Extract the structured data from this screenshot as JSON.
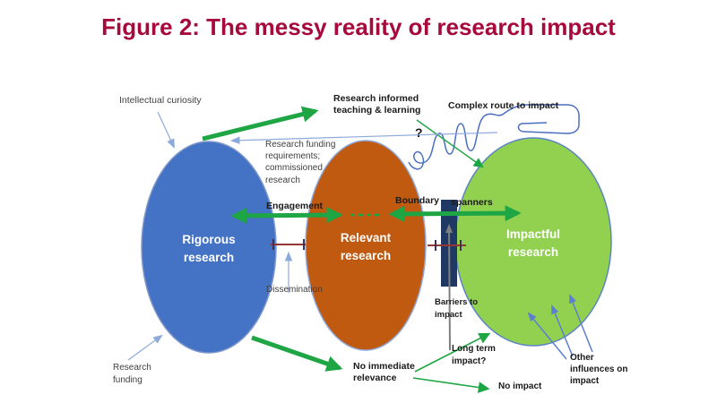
{
  "title": "Figure 2: The messy reality of research impact",
  "colors": {
    "title": "#A60A3D",
    "rigorous_fill": "#4472C4",
    "relevant_fill": "#C05A11",
    "impactful_fill": "#92D050",
    "barrier_fill": "#1F3864",
    "green_arrow": "#1EA544",
    "light_blue_arrow": "#8EAADB",
    "medium_blue_arrow": "#5B7FD1",
    "scribble_blue": "#4A6FBE",
    "connector_red": "#943634",
    "connector_tick": "#403152",
    "gray_arrow": "#7F7F7F"
  },
  "nodes": {
    "rigorous": {
      "label": "Rigorous\nresearch"
    },
    "relevant": {
      "label": "Relevant\nresearch"
    },
    "impactful": {
      "label": "Impactful\nresearch"
    }
  },
  "labels": {
    "intellectual_curiosity": "Intellectual curiosity",
    "research_informed": "Research informed\nteaching & learning",
    "complex_route": "Complex route to impact",
    "question_mark": "?",
    "funding_requirements": "Research funding\nrequirements;\ncommissioned\nresearch",
    "engagement": "Engagement",
    "boundary": "Boundary",
    "spanners": "spanners",
    "dissemination": "Dissemination",
    "barriers": "Barriers to\nimpact",
    "research_funding": "Research\nfunding",
    "no_immediate": "No immediate\nrelevance",
    "long_term": "Long term\nimpact?",
    "no_impact": "No impact",
    "other_influences": "Other\ninfluences on\nimpact"
  }
}
